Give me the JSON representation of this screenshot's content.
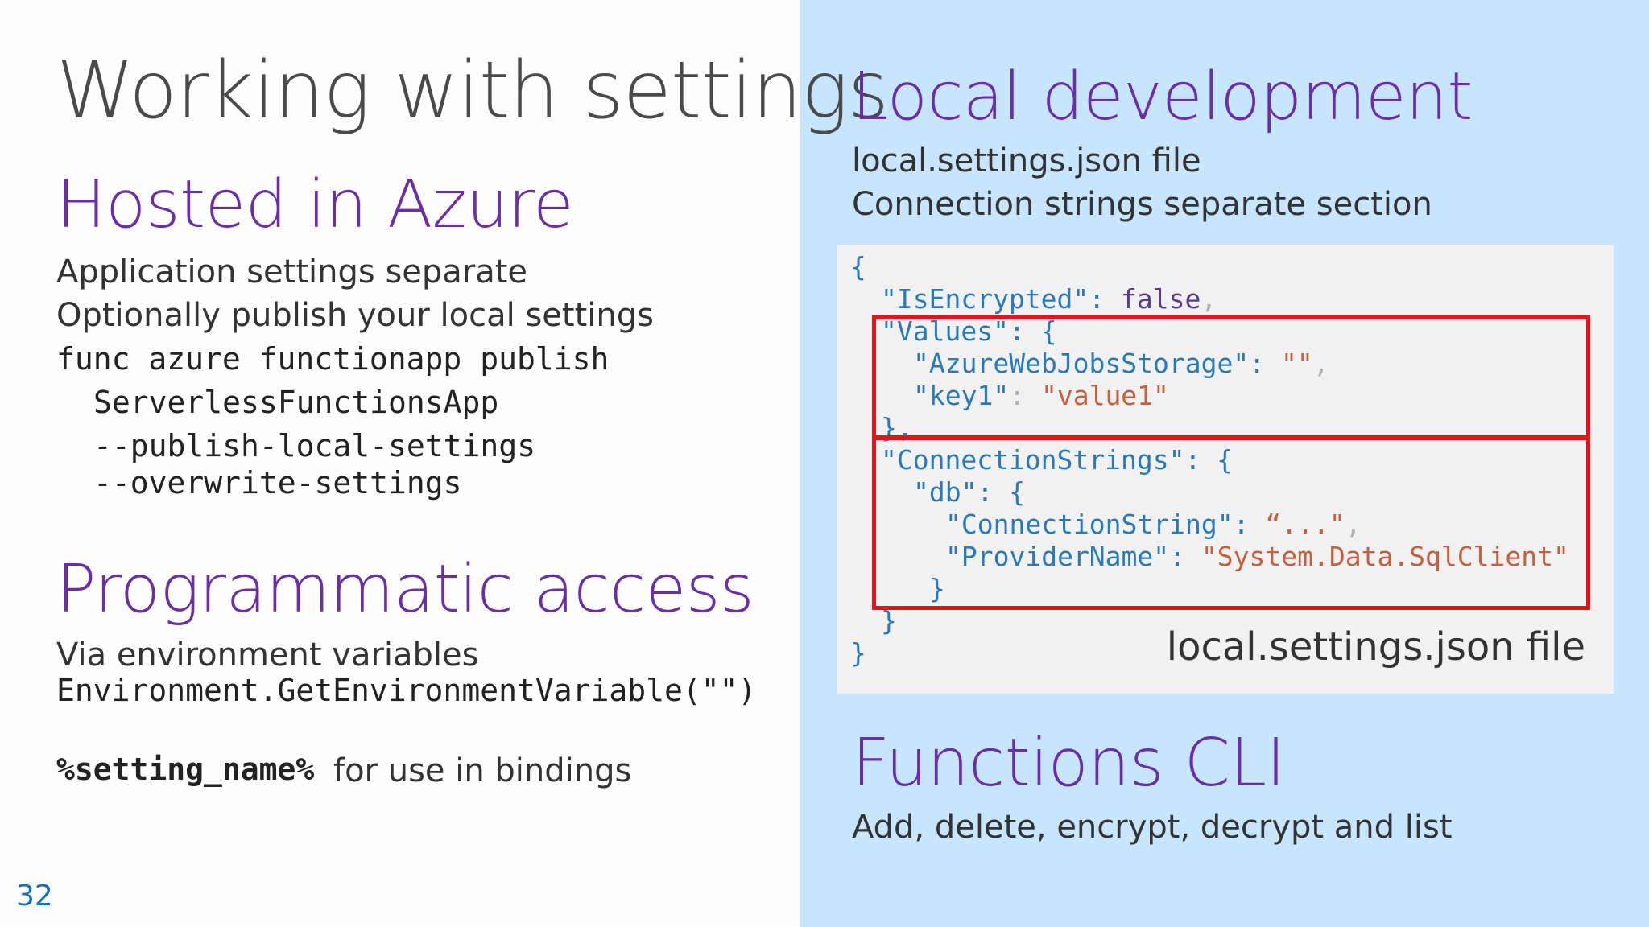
{
  "slide": {
    "number": "32",
    "title": "Working with settings"
  },
  "left": {
    "hosted": {
      "heading": "Hosted in Azure",
      "line1": "Application settings separate",
      "line2": "Optionally publish your local settings",
      "cmd1": "func azure functionapp publish",
      "cmd2": "ServerlessFunctionsApp",
      "cmd3": "--publish-local-settings",
      "cmd4": "--overwrite-settings"
    },
    "programmatic": {
      "heading": "Programmatic access",
      "line1": "Via environment variables",
      "code": "Environment.GetEnvironmentVariable(\"\")",
      "setting_code": "%setting_name%",
      "setting_text": "for use in bindings"
    }
  },
  "right": {
    "local": {
      "heading": "Local development",
      "line1": "local.settings.json file",
      "line2": "Connection strings separate section",
      "caption": "local.settings.json file"
    },
    "code": {
      "open_brace": "{",
      "is_encrypted_key": "\"IsEncrypted\"",
      "is_encrypted_val": "false",
      "values_key": "\"Values\"",
      "azure_storage_key": "\"AzureWebJobsStorage\"",
      "azure_storage_val": "\"\"",
      "key1_key": "\"key1\"",
      "key1_val": "\"value1\"",
      "close_values": "},",
      "conn_key": "\"ConnectionStrings\"",
      "db_key": "\"db\"",
      "conn_string_key": "\"ConnectionString\"",
      "conn_string_val": "“...\"",
      "provider_key": "\"ProviderName\"",
      "provider_val": "\"System.Data.SqlClient\"",
      "close_db": "}",
      "close_conn": "}",
      "close_root": "}"
    },
    "cli": {
      "heading": "Functions CLI",
      "line1": "Add, delete, encrypt, decrypt and list"
    }
  }
}
